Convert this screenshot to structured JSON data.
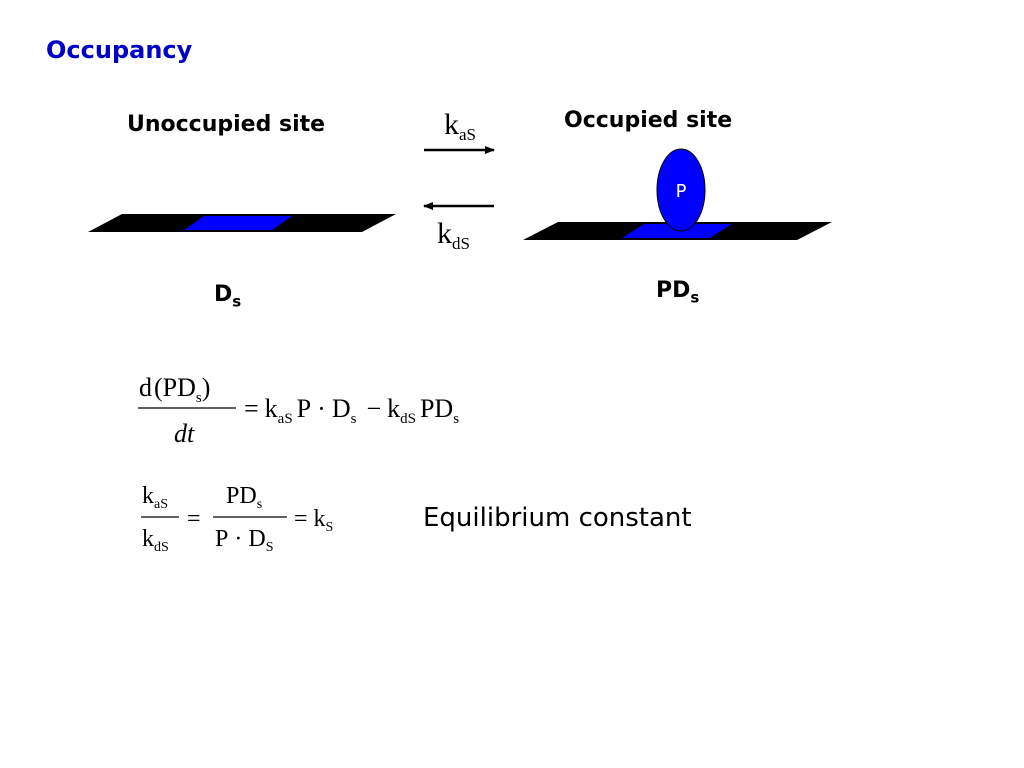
{
  "title": "Occupancy",
  "left_site": {
    "heading": "Unoccupied site",
    "symbol_main": "D",
    "symbol_sub": "s"
  },
  "right_site": {
    "heading": "Occupied site",
    "symbol_main": "PD",
    "symbol_sub": "s",
    "protein_label": "P"
  },
  "rates": {
    "forward": {
      "main": "k",
      "sub": "aS"
    },
    "reverse": {
      "main": "k",
      "sub": "dS"
    }
  },
  "equation1": {
    "num_d": "d",
    "num_open": "(",
    "num_PD": "PD",
    "num_s": "s",
    "num_close": ")",
    "den": "dt",
    "eq": "=",
    "k1": "k",
    "k1_sub": "aS",
    "P": "P",
    "dot": "·",
    "D": "D",
    "D_sub": "s",
    "minus": "−",
    "k2": "k",
    "k2_sub": "dS",
    "PD": "PD",
    "PD_sub": "s"
  },
  "equation2": {
    "k_num": "k",
    "k_num_sub": "aS",
    "k_den": "k",
    "k_den_sub": "dS",
    "eq1": "=",
    "PD": "PD",
    "PD_sub": "s",
    "P": "P",
    "dot": "·",
    "D": "D",
    "D_sub": "S",
    "eq2": "=",
    "kS": "k",
    "kS_sub": "S"
  },
  "equilibrium_label": "Equilibrium constant",
  "colors": {
    "title": "#0000c8",
    "site": "#0000ff",
    "strip": "#000000",
    "protein": "#0000ff",
    "protein_text": "#ffffff"
  }
}
